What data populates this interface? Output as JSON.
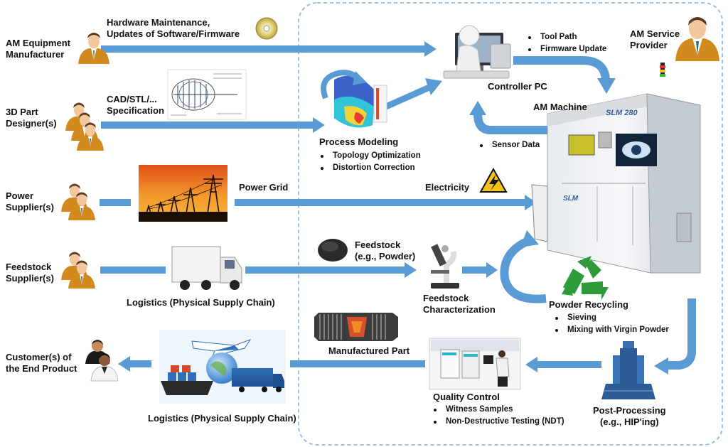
{
  "actors": {
    "manufacturer": [
      "AM Equipment",
      "Manufacturer"
    ],
    "designer": [
      "3D Part",
      "Designer(s)"
    ],
    "power": [
      "Power",
      "Supplier(s)"
    ],
    "feedstock": [
      "Feedstock",
      "Supplier(s)"
    ],
    "customer": [
      "Customer(s) of",
      "the End Product"
    ],
    "provider": [
      "AM Service",
      "Provider"
    ]
  },
  "flows": {
    "hardware": [
      "Hardware Maintenance,",
      "Updates of Software/Firmware"
    ],
    "cad": [
      "CAD/STL/...",
      "Specification"
    ],
    "power_grid": "Power Grid",
    "electricity": "Electricity",
    "feedstock": [
      "Feedstock",
      "(e.g., Powder)"
    ],
    "logistics_in": "Logistics (Physical Supply Chain)",
    "logistics_out": "Logistics (Physical Supply Chain)",
    "manufactured_part": "Manufactured Part",
    "sensor_data": "Sensor Data"
  },
  "nodes": {
    "controller_pc": "Controller PC",
    "controller_bullets": [
      "Tool Path",
      "Firmware Update"
    ],
    "am_machine": "AM Machine",
    "machine_brand": "SLM 280",
    "machine_logo": "SLM",
    "process_modeling": "Process Modeling",
    "process_bullets": [
      "Topology Optimization",
      "Distortion Correction"
    ],
    "characterization": [
      "Feedstock",
      "Characterization"
    ],
    "powder_recycling": "Powder Recycling",
    "recycling_bullets": [
      "Sieving",
      "Mixing with Virgin Powder"
    ],
    "quality_control": "Quality Control",
    "qc_bullets": [
      "Witness Samples",
      "Non-Destructive Testing (NDT)"
    ],
    "post_processing": [
      "Post-Processing",
      "(e.g., HIP'ing)"
    ]
  },
  "colors": {
    "arrow": "#5b9bd5",
    "boundary": "#8fb8de",
    "suit": "#d28a1e",
    "skin": "#f2c79b"
  }
}
